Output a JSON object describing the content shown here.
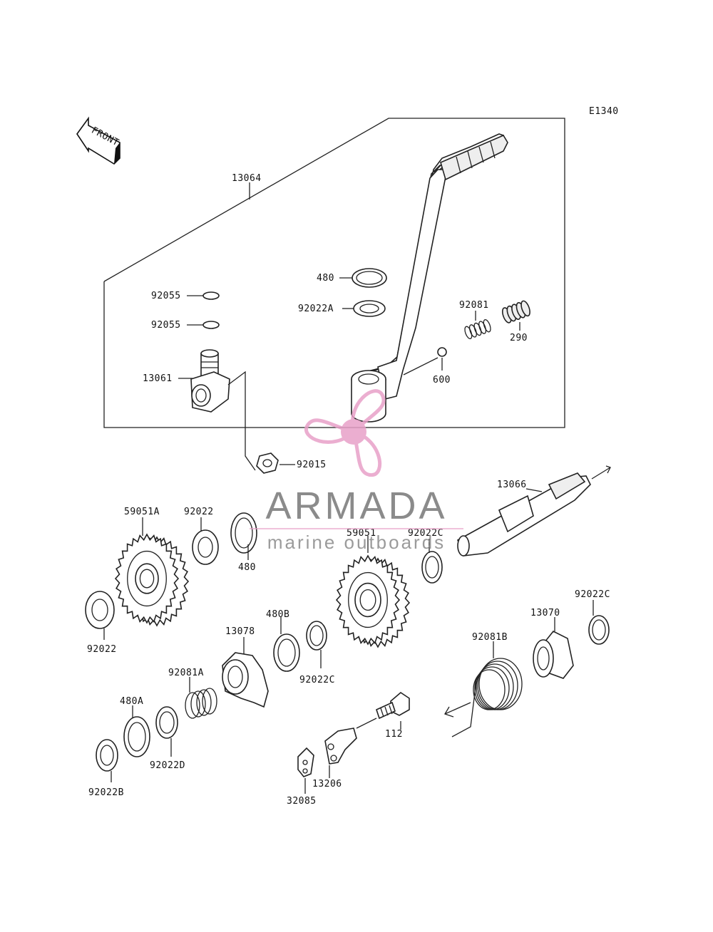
{
  "diagram": {
    "code": "E1340",
    "front_label": "FRONT",
    "parts": {
      "p13064": "13064",
      "p480_top": "480",
      "p92022A": "92022A",
      "p92055_a": "92055",
      "p92055_b": "92055",
      "p92081": "92081",
      "p290": "290",
      "p600": "600",
      "p13061": "13061",
      "p92015": "92015",
      "p13066": "13066",
      "p59051A": "59051A",
      "p92022_a": "92022",
      "p480_mid": "480",
      "p59051": "59051",
      "p92022C_a": "92022C",
      "p92022_b": "92022",
      "p92022C_b": "92022C",
      "p13070": "13070",
      "p92081B": "92081B",
      "p480B": "480B",
      "p13078": "13078",
      "p92022C_c": "92022C",
      "p92081A": "92081A",
      "p480A": "480A",
      "p92022D": "92022D",
      "p92022B": "92022B",
      "p112": "112",
      "p13206": "13206",
      "p32085": "32085"
    }
  },
  "watermark": {
    "brand": "ARMADA",
    "tagline": "marine outboards",
    "logo_color": "#e8a0c8",
    "text_color": "#777777"
  }
}
